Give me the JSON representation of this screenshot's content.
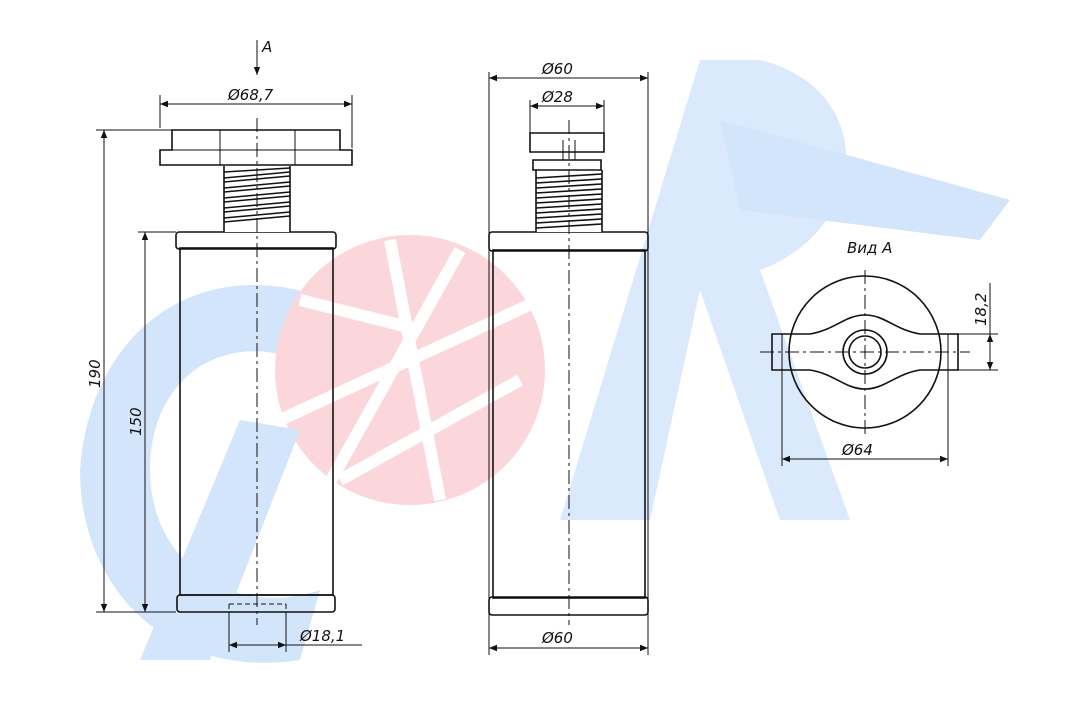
{
  "watermark": {
    "text": "CARL",
    "colors": {
      "blue": "#cfe2fb",
      "red": "#fbd3d9"
    }
  },
  "front_view": {
    "view_arrow_label": "A",
    "head_diameter": "Ø68,7",
    "overall_height": "190",
    "element_height": "150",
    "outlet_diameter": "Ø18,1"
  },
  "side_view": {
    "top_diameter": "Ø60",
    "head_diameter": "Ø28",
    "bottom_diameter": "Ø60"
  },
  "view_a": {
    "title": "Вид А",
    "handle_width": "18,2",
    "handle_diameter": "Ø64"
  }
}
